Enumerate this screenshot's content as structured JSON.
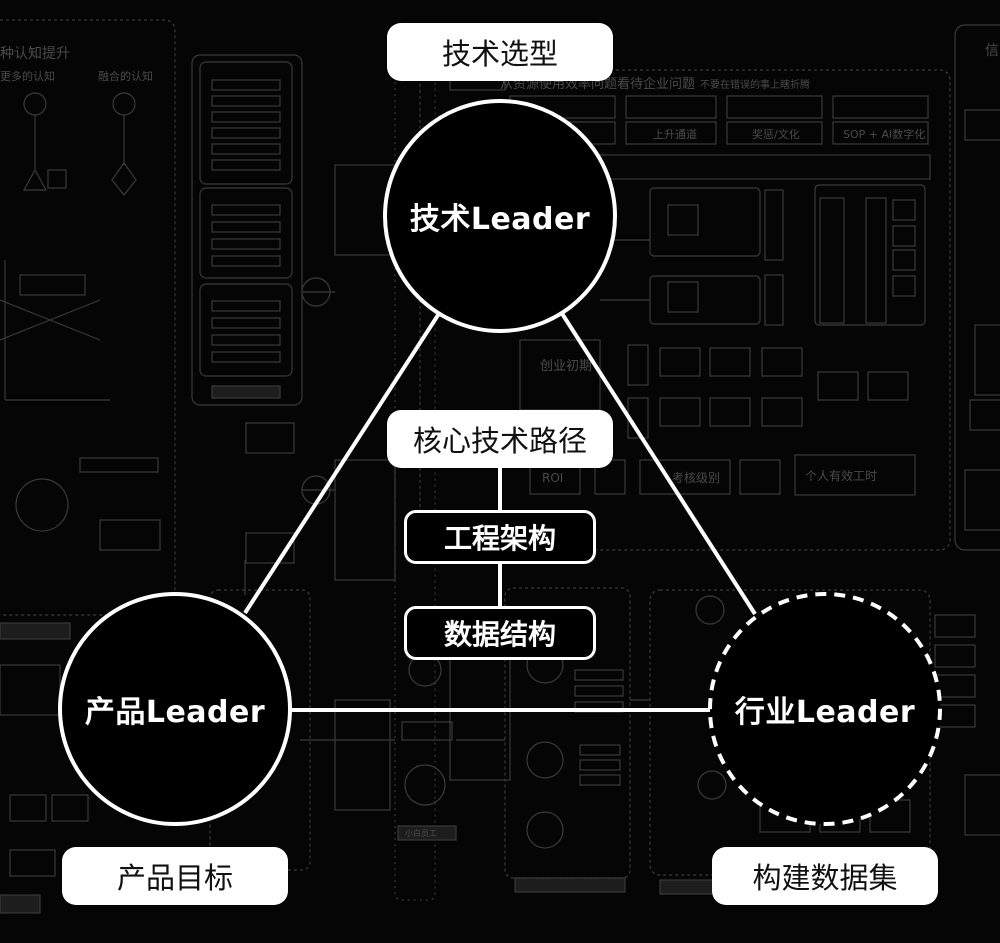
{
  "nodes": {
    "tech": {
      "label": "技术Leader"
    },
    "product": {
      "label": "产品Leader"
    },
    "industry": {
      "label": "行业Leader"
    }
  },
  "tags": {
    "tech_selection": "技术选型",
    "product_goal": "产品目标",
    "build_dataset": "构建数据集"
  },
  "core_path": {
    "title": "核心技术路径",
    "steps": [
      "工程架构",
      "数据结构"
    ]
  },
  "background": {
    "heading": "从资源使用效率问题看待企业问题",
    "heading_note": "不要在错误的事上瞎折腾",
    "row_cells": [
      "上升通道",
      "奖惩/文化",
      "SOP + AI数字化"
    ],
    "startup_label": "创业初期",
    "roi_label": "ROI",
    "kpi_label": "考核级别",
    "personal_label": "个人有效工时",
    "bottom_chip": "小白员工",
    "left_title": "种认知提升",
    "left_sub1": "更多的认知",
    "left_sub2": "融合的认知",
    "right_title": "信"
  },
  "colors": {
    "background": "#050505",
    "line": "#ffffff",
    "pill_bg": "#ffffff",
    "pill_text": "#111111"
  }
}
